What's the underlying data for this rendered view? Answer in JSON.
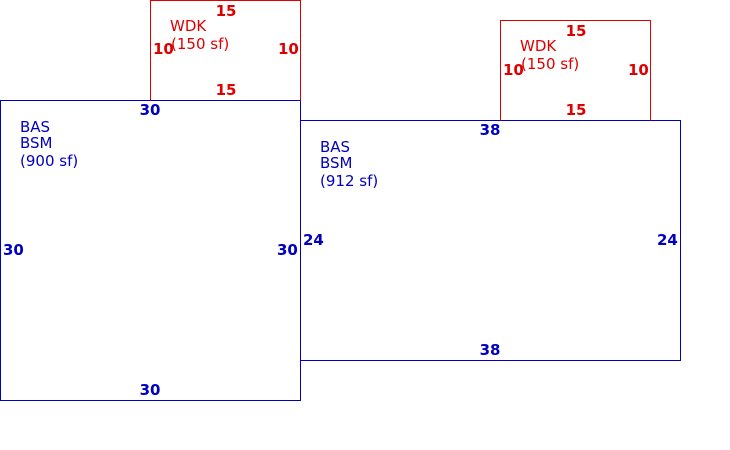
{
  "colors": {
    "building": "#0000c0",
    "deck": "#e00000",
    "background": "#ffffff"
  },
  "areas": [
    {
      "codes": [
        "BAS",
        "BSM"
      ],
      "area": "(900 sf)",
      "dims": {
        "top": "30",
        "bottom": "30",
        "left": "30",
        "right": "30"
      }
    },
    {
      "codes": [
        "BAS",
        "BSM"
      ],
      "area": "(912 sf)",
      "dims": {
        "top": "38",
        "bottom": "38",
        "left": "24",
        "right": "24"
      }
    },
    {
      "codes": [
        "WDK"
      ],
      "area": "(150 sf)",
      "dims": {
        "top": "15",
        "bottom": "15",
        "left": "10",
        "right": "10"
      }
    },
    {
      "codes": [
        "WDK"
      ],
      "area": "(150 sf)",
      "dims": {
        "top": "15",
        "bottom": "15",
        "left": "10",
        "right": "10"
      }
    }
  ]
}
